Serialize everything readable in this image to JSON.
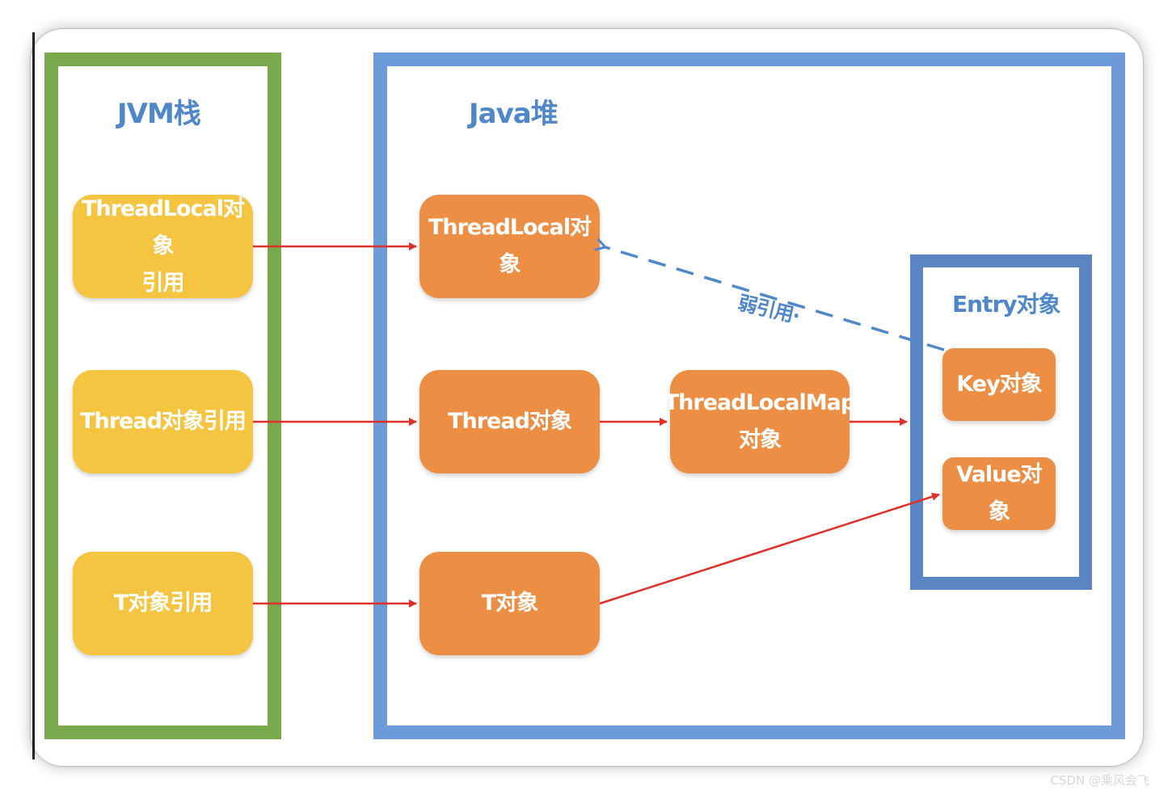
{
  "regions": {
    "jvm_stack": "JVM栈",
    "java_heap": "Java堆",
    "entry": "Entry对象"
  },
  "stack_refs": {
    "threadlocal_ref": "ThreadLocal对象\n引用",
    "thread_ref": "Thread对象引用",
    "t_ref": "T对象引用"
  },
  "heap_objects": {
    "threadlocal_obj": "ThreadLocal对象",
    "thread_obj": "Thread对象",
    "t_obj": "T对象",
    "threadlocalmap_obj": "ThreadLocalMap\n对象",
    "key_obj": "Key对象",
    "value_obj": "Value对\n象"
  },
  "edges": {
    "weak_ref_label": "弱引用·"
  },
  "colors": {
    "stack_border": "#7aa84c",
    "heap_border": "#6d9bd9",
    "entry_border": "#5b86c4",
    "stack_box": "#f5c542",
    "heap_box": "#ec8f45",
    "strong_arrow": "#e0302a",
    "weak_arrow": "#4f87c9"
  },
  "watermark": "CSDN @乘风会飞"
}
